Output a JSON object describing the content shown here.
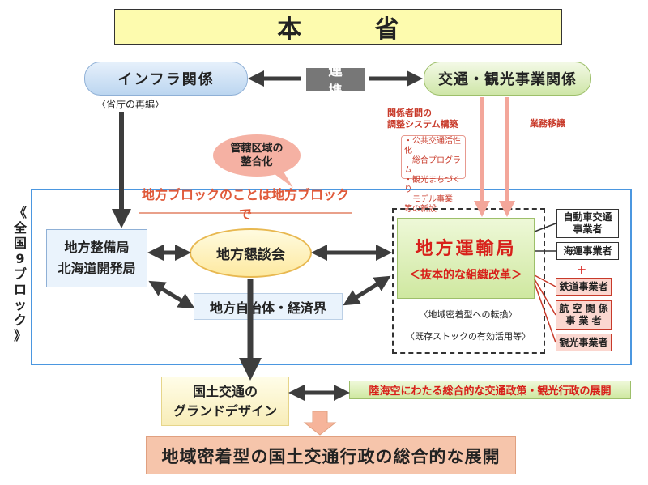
{
  "title": "本 省",
  "top": {
    "infra": "インフラ関係",
    "link": "連 携",
    "transport_tourism": "交通・観光事業関係",
    "ministry_reorg": "〈省庁の再編〉"
  },
  "notes": {
    "coordination_line1": "関係者間の",
    "coordination_line2": "調整システム構築",
    "transfer": "業務移譲",
    "programs": [
      "・公共交通活性化",
      "　総合プログラム",
      "・観光まちづくり",
      "　モデル事業",
      "等の新設"
    ],
    "jurisdiction_line1": "管轄区域の",
    "jurisdiction_line2": "整合化"
  },
  "region": {
    "headline": "地方ブロックのことは地方ブロックで",
    "block_label": [
      "《",
      "全",
      "国",
      "9",
      "ブ",
      "ロ",
      "ッ",
      "ク",
      "》"
    ],
    "seibi_line1": "地方整備局",
    "seibi_line2": "北海道開発局",
    "kondankai": "地方懇談会",
    "jichitai": "地方自治体・経済界",
    "unyu_title": "地方運輸局",
    "unyu_sub": "＜抜本的な組織改革＞",
    "unyu_note1": "〈地域密着型への転換〉",
    "unyu_note2": "〈既存ストックの有効活用等〉"
  },
  "operators": {
    "auto_line1": "自動車交通",
    "auto_line2": "事業者",
    "maritime": "海運事業者",
    "plus": "+",
    "railway": "鉄道事業者",
    "aviation_line1": "航 空 関 係",
    "aviation_line2": "事 業 者",
    "tourism": "観光事業者"
  },
  "bottom": {
    "design_line1": "国土交通の",
    "design_line2": "グランドデザイン",
    "policy": "陸海空にわたる総合的な交通政策・観光行政の展開",
    "final": "地域密着型の国土交通行政の総合的な展開"
  },
  "colors": {
    "frame_blue": "#4b97e0",
    "accent_red": "#d8201a",
    "arrow_gray": "#3d3d3d",
    "arrow_pink": "#f3a69a"
  }
}
